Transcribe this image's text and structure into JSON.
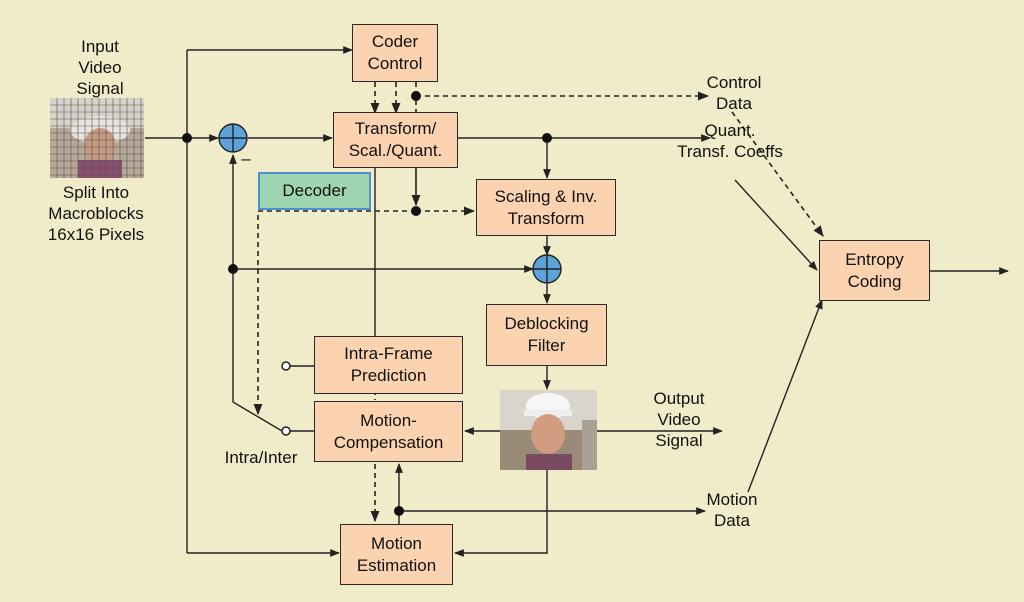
{
  "colors": {
    "background": "#f0ebc8",
    "block_fill": "#fbd3b0",
    "decoder_fill": "#9fd4b0",
    "decoder_border": "#4a90d0",
    "adder_fill": "#5ba3d9",
    "line": "#222222"
  },
  "blocks": {
    "coder_control": "Coder\nControl",
    "transform": "Transform/\nScal./Quant.",
    "decoder": "Decoder",
    "scaling": "Scaling & Inv.\nTransform",
    "deblocking": "Deblocking\nFilter",
    "intra": "Intra-Frame\nPrediction",
    "motion_comp": "Motion-\nCompensation",
    "motion_est": "Motion\nEstimation",
    "entropy": "Entropy\nCoding"
  },
  "labels": {
    "input": "Input\nVideo\nSignal",
    "split": "Split Into\nMacroblocks\n16x16 Pixels",
    "control_data": "Control\nData",
    "quant": "Quant.\nTransf. Coeffs",
    "minus": "–",
    "output": "Output\nVideo\nSignal",
    "intra_inter": "Intra/Inter",
    "motion_data": "Motion\nData"
  },
  "icons": {
    "input_image": "face-macroblock-grid-image",
    "output_image": "hard-hat-worker-image",
    "adder": "summing-node-icon",
    "switch": "switch-terminal-icon"
  }
}
